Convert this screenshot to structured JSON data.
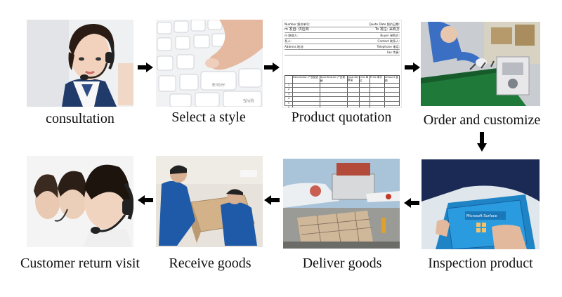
{
  "steps": [
    {
      "id": "consultation",
      "label": "consultation"
    },
    {
      "id": "select-style",
      "label": "Select a style"
    },
    {
      "id": "product-quotation",
      "label": "Product quotation"
    },
    {
      "id": "order-customize",
      "label": "Order and customize"
    },
    {
      "id": "inspection-product",
      "label": "Inspection product"
    },
    {
      "id": "deliver-goods",
      "label": "Deliver goods"
    },
    {
      "id": "receive-goods",
      "label": "Receive goods"
    },
    {
      "id": "customer-return-visit",
      "label": "Customer return visit"
    }
  ],
  "quotation_doc": {
    "rows": [
      "Number 报价单号:",
      "Quote Date 报价日期:",
      "m 发自: 供应商",
      "To 发往: 采购方",
      "m 联络人:",
      "Buyer 采购方:",
      "系人:",
      "Contact 联系人:",
      "Address 地址:",
      "Telephone 电话:",
      "Fax 传真:"
    ],
    "table_headers": [
      "Description 产品描述",
      "Specification 产品规格",
      "Quantity 数量",
      "Unit 单位",
      "Price 单价",
      "Amount 金额"
    ],
    "table_row_numbers": [
      "1",
      "2",
      "3",
      "4",
      "5",
      "6"
    ]
  },
  "keyboard": {
    "enter_label": "Enter",
    "shift_label": "Shift"
  },
  "tablet": {
    "brand_label": "Microsoft Surface"
  },
  "colors": {
    "arrow": "#000000",
    "conveyor": "#1f7a3a",
    "uniform": "#1f5aa8"
  }
}
